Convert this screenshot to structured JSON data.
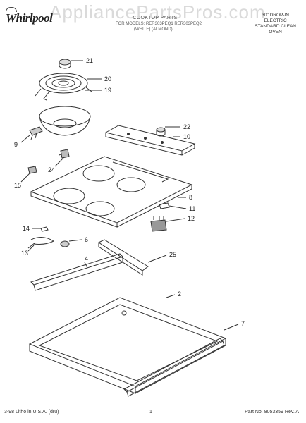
{
  "header": {
    "watermark": "AppliancePartsPros.com",
    "title": "COOKTOP PARTS",
    "model_line": "FOR MODELS: RER303PEQ1  RER303PEQ2",
    "variants": "(WHITE)    (ALMOND)",
    "description": [
      "30\" DROP-IN",
      "ELECTRIC",
      "STANDARD CLEAN",
      "OVEN"
    ]
  },
  "brand": {
    "logo_text": "Whirlpool"
  },
  "callouts": [
    "21",
    "20",
    "19",
    "9",
    "24",
    "15",
    "22",
    "10",
    "8",
    "11",
    "12",
    "14",
    "13",
    "6",
    "25",
    "4",
    "2",
    "7"
  ],
  "footer": {
    "left": "3-98 Litho in U.S.A. (dru)",
    "page": "1",
    "part_number": "Part No. 8053359 Rev. A"
  }
}
